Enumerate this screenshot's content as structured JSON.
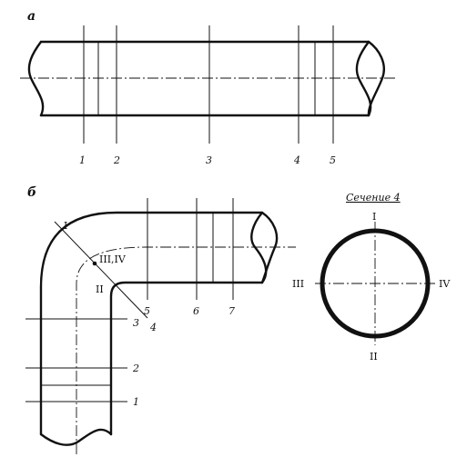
{
  "panel_a": {
    "label": "а",
    "stations": [
      "1",
      "2",
      "3",
      "4",
      "5"
    ]
  },
  "panel_b": {
    "label": "б",
    "stations": [
      "1",
      "2",
      "3",
      "4",
      "5",
      "6",
      "7"
    ],
    "points": {
      "top": "I",
      "bottom": "II",
      "middle": "III,IV"
    }
  },
  "section": {
    "title": "Сечение 4",
    "marks": {
      "top": "I",
      "bottom": "II",
      "left": "III",
      "right": "IV"
    }
  }
}
